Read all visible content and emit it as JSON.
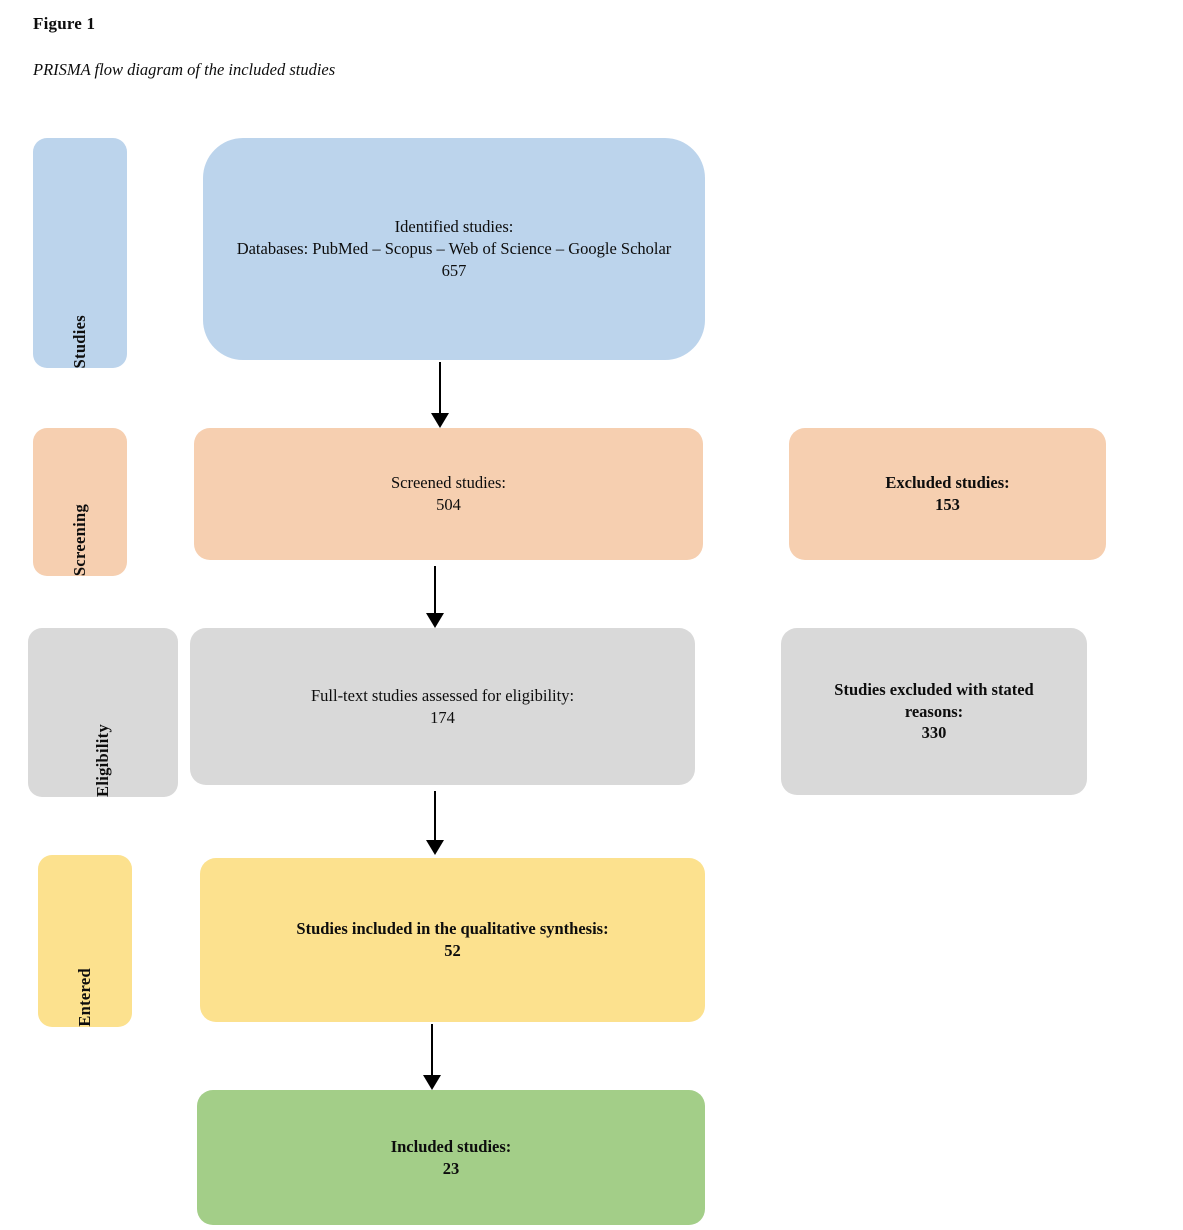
{
  "figure": {
    "title": "Figure 1",
    "caption": "PRISMA flow diagram of the included studies"
  },
  "colors": {
    "identification_blue": "#BCD4EC",
    "screening_peach": "#F6CFB0",
    "eligibility_gray": "#D9D9D9",
    "entered_yellow": "#FCE18E",
    "included_green": "#A3CE88",
    "arrow_black": "#000000",
    "text_black": "#0D0D0D",
    "background_white": "#FFFFFF"
  },
  "stages": [
    {
      "label": "Studies",
      "color": "#BCD4EC"
    },
    {
      "label": "Screening",
      "color": "#F6CFB0"
    },
    {
      "label": "Eligibility",
      "color": "#D9D9D9"
    },
    {
      "label": "Entered",
      "color": "#FCE18E"
    }
  ],
  "flow": {
    "identified": {
      "line1": "Identified studies:",
      "line2": "Databases: PubMed – Scopus – Web of Science – Google Scholar",
      "count": "657"
    },
    "screened": {
      "line1": "Screened studies:",
      "count": "504"
    },
    "excluded_screening": {
      "line1": "Excluded studies:",
      "count": "153"
    },
    "fulltext": {
      "line1": "Full-text studies assessed for eligibility:",
      "count": "174"
    },
    "excluded_reasons": {
      "line1": "Studies excluded with stated reasons:",
      "count": "330"
    },
    "qualitative": {
      "line1": "Studies included in the qualitative synthesis:",
      "count": "52"
    },
    "included": {
      "line1": "Included studies:",
      "count": "23"
    }
  },
  "chart_data": {
    "type": "diagram",
    "title": "PRISMA flow diagram of the included studies",
    "nodes": [
      {
        "stage": "Studies",
        "label": "Identified studies: Databases: PubMed – Scopus – Web of Science – Google Scholar",
        "value": 657
      },
      {
        "stage": "Screening",
        "label": "Screened studies:",
        "value": 504
      },
      {
        "stage": "Screening",
        "label": "Excluded studies:",
        "value": 153
      },
      {
        "stage": "Eligibility",
        "label": "Full-text studies assessed for eligibility:",
        "value": 174
      },
      {
        "stage": "Eligibility",
        "label": "Studies excluded with stated reasons:",
        "value": 330
      },
      {
        "stage": "Entered",
        "label": "Studies included in the qualitative synthesis:",
        "value": 52
      },
      {
        "stage": "Entered",
        "label": "Included studies:",
        "value": 23
      }
    ],
    "edges": [
      {
        "from": "Identified studies",
        "to": "Screened studies"
      },
      {
        "from": "Screened studies",
        "to": "Full-text studies assessed for eligibility"
      },
      {
        "from": "Full-text studies assessed for eligibility",
        "to": "Studies included in the qualitative synthesis"
      },
      {
        "from": "Studies included in the qualitative synthesis",
        "to": "Included studies"
      }
    ]
  }
}
